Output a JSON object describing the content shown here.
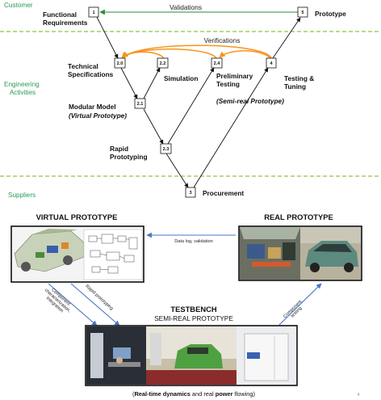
{
  "lanes": {
    "customer": "Customer",
    "engineering": "Engineering Activities",
    "suppliers": "Suppliers"
  },
  "steps": {
    "s1": {
      "num": "1",
      "label": "Functional Requirements"
    },
    "s5": {
      "num": "5",
      "label": "Prototype"
    },
    "s20": {
      "num": "2.0",
      "label": "Technical Specifications"
    },
    "s22": {
      "num": "2.2",
      "label": "Simulation"
    },
    "s24": {
      "num": "2.4",
      "label": "Preliminary Testing"
    },
    "s4": {
      "num": "4",
      "label": "Testing & Tuning"
    },
    "s21": {
      "num": "2.1",
      "label": "Modular Model",
      "sublabel": "(Virtual Prototype)"
    },
    "s23": {
      "num": "2.3",
      "label": "Rapid Prototyping"
    },
    "s3": {
      "num": "3",
      "label": "Procurement"
    },
    "semi_real_note": "(Semi-real Prototype)"
  },
  "arrows": {
    "validations": "Validations",
    "verifications": "Verifications",
    "data_log": "Data log, validation",
    "rapid_prototyping": "Rapid prototyping",
    "component_characterization": "Component characterization, integration",
    "component_testing": "Component testing"
  },
  "bottom": {
    "virtual_title": "VIRTUAL PROTOTYPE",
    "real_title": "REAL PROTOTYPE",
    "testbench_title": "TESTBENCH",
    "testbench_subtitle": "SEMI-REAL PROTOTYPE",
    "caption_prefix": "(",
    "caption_b1": "Real-time dynamics",
    "caption_mid": " and real ",
    "caption_b2": "power",
    "caption_suffix": " flowing)",
    "page_number": "4"
  },
  "colors": {
    "lane_text": "#2a9a55",
    "lane_line": "#8cc63f",
    "verification_arrow": "#f7941d",
    "validation_arrow": "#2e8b3a",
    "link_arrow": "#4a74c4"
  }
}
